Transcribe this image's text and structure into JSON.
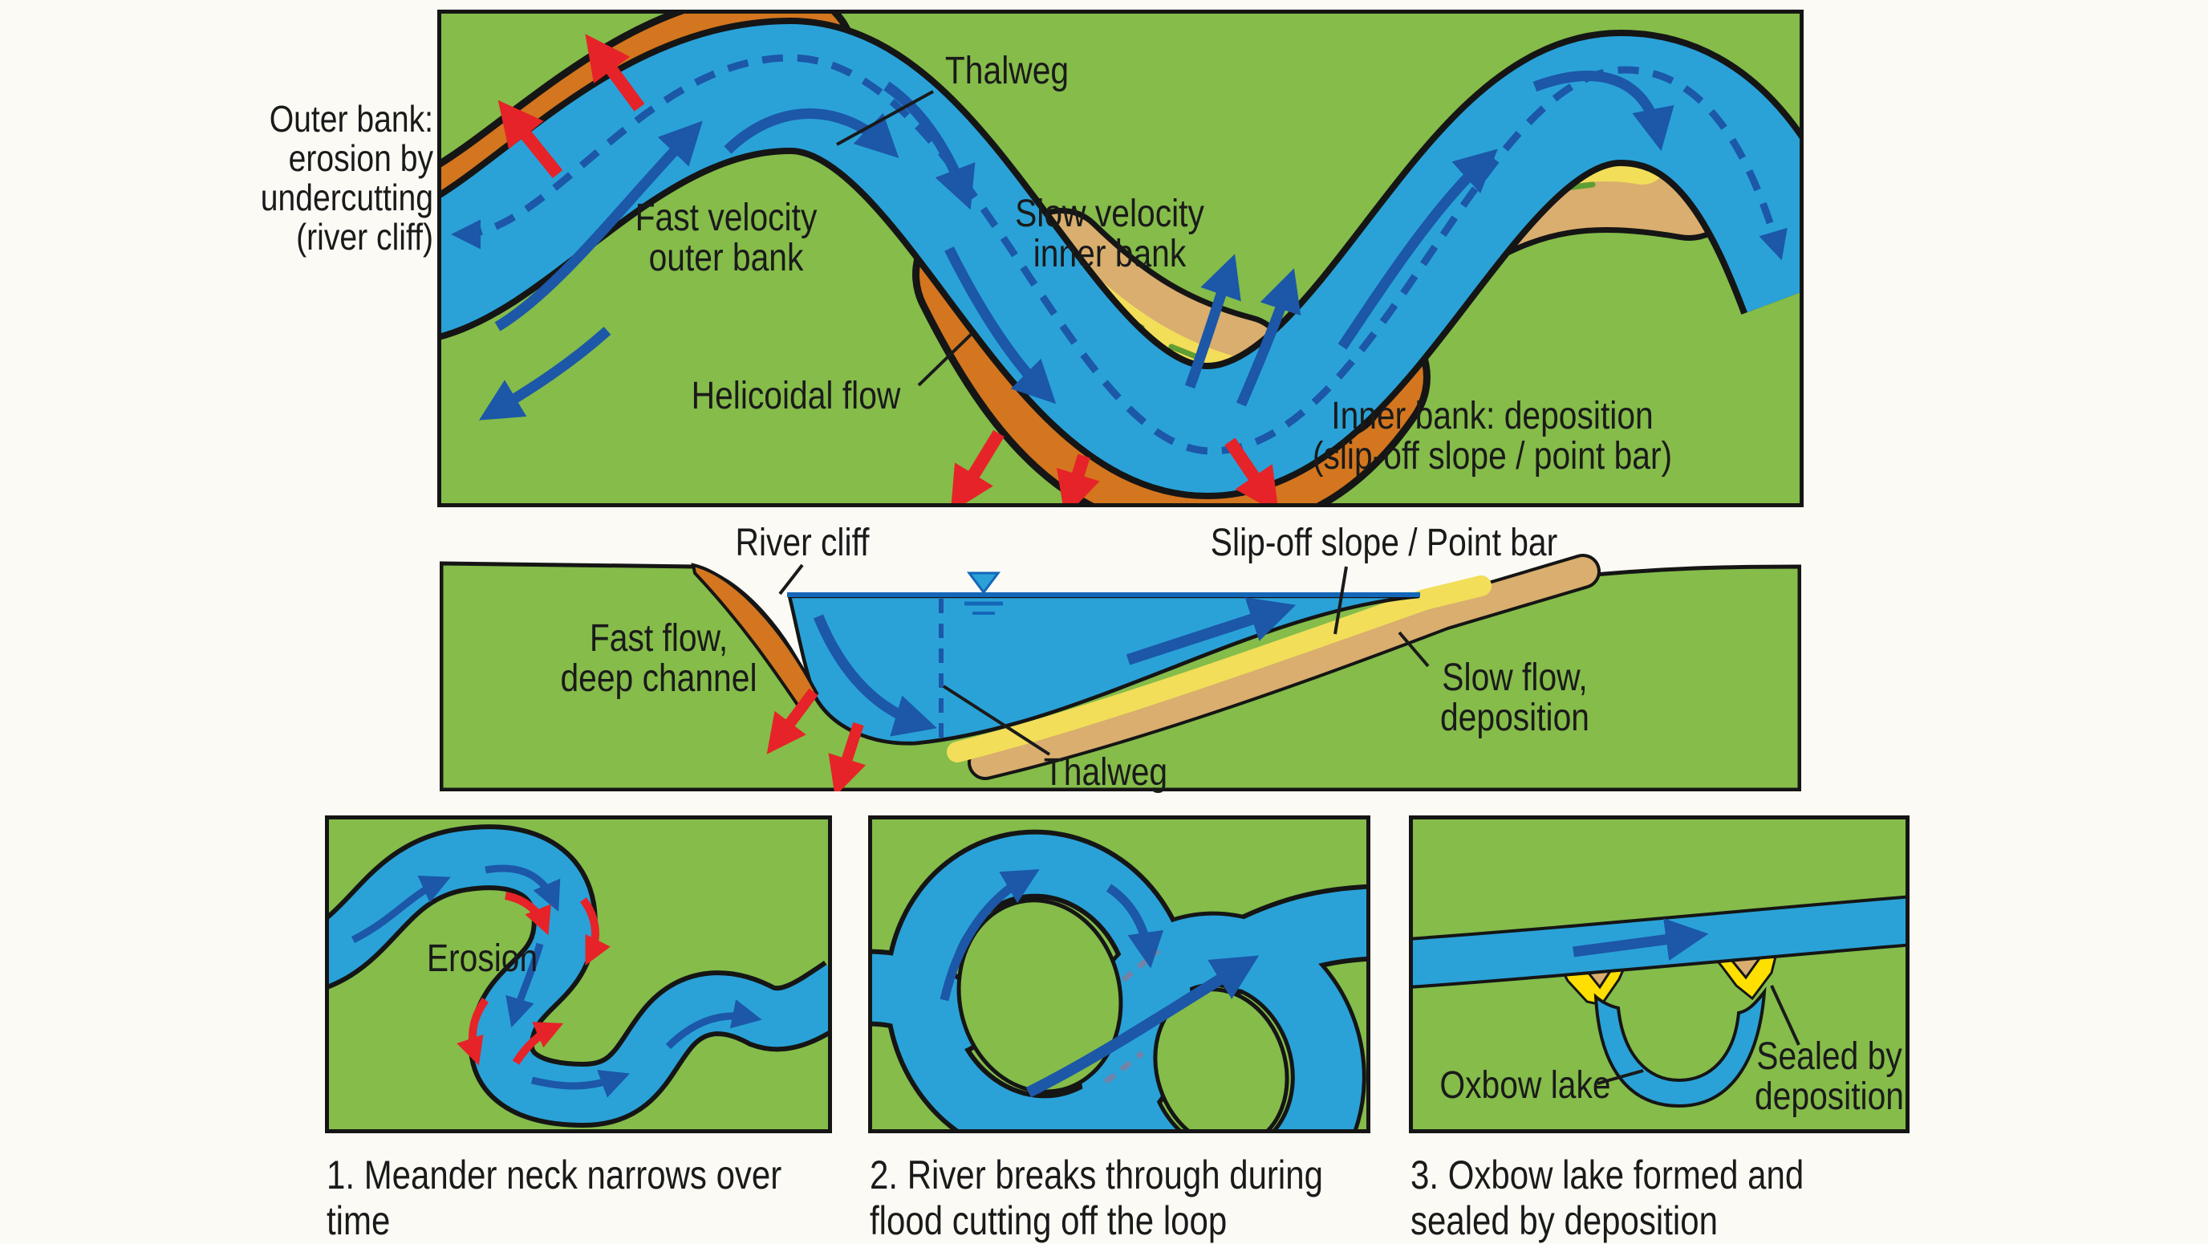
{
  "colors": {
    "grass_green": "#85BC4A",
    "river_blue": "#2AA2D8",
    "arrow_blue": "#1C57A8",
    "surface_blue": "#1467B8",
    "erosion_orange": "#D3761F",
    "point_bar_tan": "#D9AE6E",
    "point_bar_yellow": "#F2DE59",
    "seal_yellow": "#FFDF00",
    "erosion_red": "#E62328",
    "outline_black": "#151515",
    "background_white": "#FBFAF5"
  },
  "top_panel": {
    "outer_bank_label": [
      "Outer bank:",
      "erosion by",
      "undercutting",
      "(river cliff)"
    ],
    "thalweg_label": "Thalweg",
    "fast_velocity_label": [
      "Fast velocity",
      "outer bank"
    ],
    "slow_velocity_label": [
      "Slow velocity",
      "inner bank"
    ],
    "helicoidal_label": "Helicoidal flow",
    "inner_bank_label": [
      "Inner bank: deposition",
      "(slip-off slope / point bar)"
    ]
  },
  "cross_section": {
    "river_cliff_label": "River cliff",
    "slip_off_label": "Slip-off slope / Point bar",
    "fast_flow_label": [
      "Fast flow,",
      "deep channel"
    ],
    "slow_flow_label": [
      "Slow flow,",
      "deposition"
    ],
    "thalweg_label": "Thalweg"
  },
  "stages": [
    {
      "erosion_label": "Erosion",
      "caption": [
        "1. Meander neck narrows over",
        "time"
      ]
    },
    {
      "caption": [
        "2. River breaks through during",
        "flood cutting off the loop"
      ]
    },
    {
      "oxbow_label": "Oxbow lake",
      "sealed_label": [
        "Sealed by",
        "deposition"
      ],
      "caption": [
        "3. Oxbow lake formed and",
        "sealed by deposition"
      ]
    }
  ]
}
